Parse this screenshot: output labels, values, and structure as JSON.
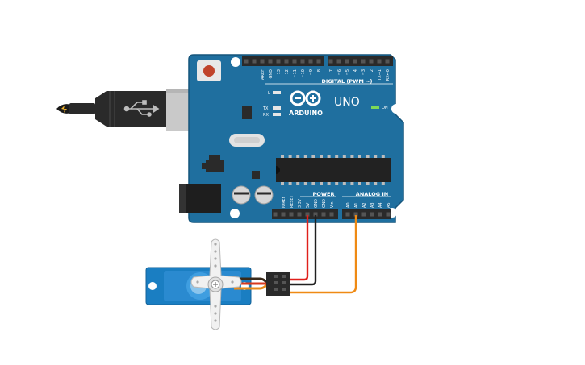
{
  "board": {
    "brand": "ARDUINO",
    "model": "UNO",
    "digital_header_label": "DIGITAL (PWM ~)",
    "power_label": "POWER",
    "analog_label": "ANALOG IN",
    "on_label": "ON",
    "led_l": "L",
    "led_tx": "TX",
    "led_rx": "RX",
    "digital_pins": [
      "AREF",
      "GND",
      "13",
      "12",
      "~11",
      "~10",
      "~9",
      "8",
      "7",
      "~6",
      "~5",
      "4",
      "~3",
      "2",
      "TX→1",
      "RX←0"
    ],
    "power_pins": [
      "IOREF",
      "RESET",
      "3.3V",
      "5V",
      "GND",
      "GND",
      "Vin"
    ],
    "analog_pins": [
      "A0",
      "A1",
      "A2",
      "A3",
      "A4",
      "A5"
    ]
  },
  "colors": {
    "board": "#1f6f9f",
    "board_edge": "#15557c",
    "wire_power": "#e0201b",
    "wire_ground": "#202020",
    "wire_signal": "#ef8a14",
    "servo_body": "#1a7ec2",
    "usb": "#c9c9c9"
  },
  "connections": [
    {
      "from": "board.5V",
      "to": "servo.power",
      "color": "red"
    },
    {
      "from": "board.GND",
      "to": "servo.ground",
      "color": "black"
    },
    {
      "from": "board.A1",
      "to": "servo.signal",
      "color": "orange"
    }
  ]
}
